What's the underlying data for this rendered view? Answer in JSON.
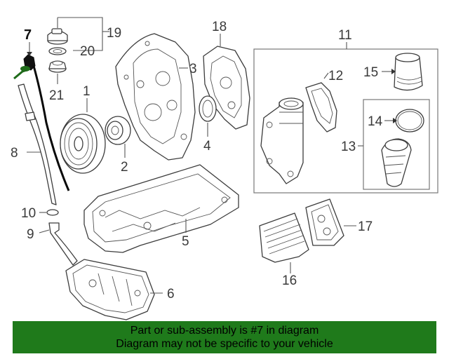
{
  "callouts": {
    "c1": "1",
    "c2": "2",
    "c3": "3",
    "c4": "4",
    "c5": "5",
    "c6": "6",
    "c7": "7",
    "c8": "8",
    "c9": "9",
    "c10": "10",
    "c11": "11",
    "c12": "12",
    "c13": "13",
    "c14": "14",
    "c15": "15",
    "c16": "16",
    "c17": "17",
    "c18": "18",
    "c19": "19",
    "c20": "20",
    "c21": "21"
  },
  "banner": {
    "line1": "Part or sub-assembly is #7 in diagram",
    "line2": "Diagram may not be specific to your vehicle"
  },
  "colors": {
    "banner_bg": "#1f7a1b",
    "highlight_part": "#0a0a0a",
    "highlight_tip": "#1f6b1a"
  }
}
